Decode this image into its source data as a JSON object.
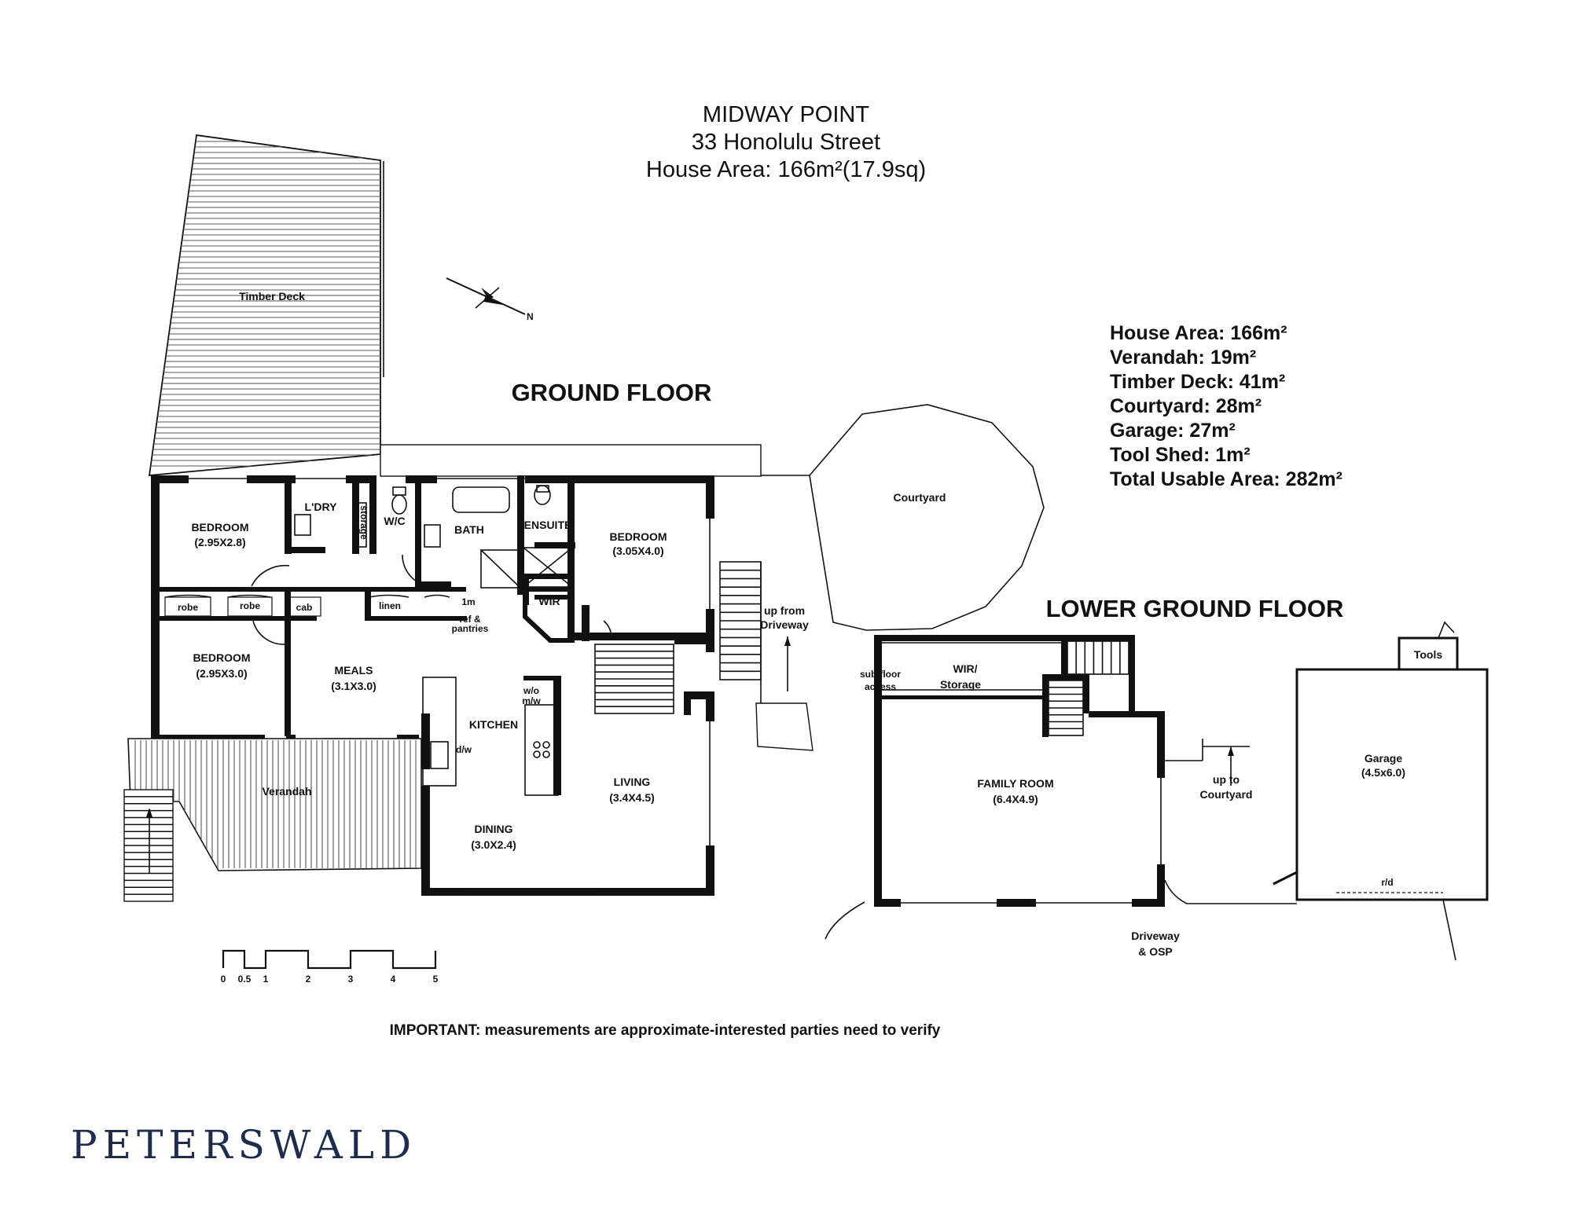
{
  "header": {
    "suburb": "MIDWAY POINT",
    "street": "33 Honolulu Street",
    "house_area": "House Area: 166m²(17.9sq)"
  },
  "floors": {
    "ground": "GROUND FLOOR",
    "lower": "LOWER GROUND FLOOR"
  },
  "areas": [
    "House Area: 166m²",
    "Verandah: 19m²",
    "Timber Deck: 41m²",
    "Courtyard: 28m²",
    "Garage: 27m²",
    "Tool Shed: 1m²",
    "Total Usable Area: 282m²"
  ],
  "rooms": {
    "timber_deck": "Timber Deck",
    "bedroom1": "BEDROOM",
    "bedroom1_dim": "(2.95X2.8)",
    "ldry": "L'DRY",
    "storage": "storage",
    "wc": "W/C",
    "bath": "BATH",
    "ensuite": "ENSUITE",
    "bedroom3": "BEDROOM",
    "bedroom3_dim": "(3.05X4.0)",
    "courtyard": "Courtyard",
    "robe1": "robe",
    "robe2": "robe",
    "cab": "cab",
    "linen": "linen",
    "one_m": "1m",
    "ref_pantries": "ref &",
    "ref_pantries2": "pantries",
    "wir": "WIR",
    "bedroom2": "BEDROOM",
    "bedroom2_dim": "(2.95X3.0)",
    "meals": "MEALS",
    "meals_dim": "(3.1X3.0)",
    "wo": "w/o",
    "mw": "m/w",
    "kitchen": "KITCHEN",
    "dw": "d/w",
    "verandah": "Verandah",
    "living": "LIVING",
    "living_dim": "(3.4X4.5)",
    "dining": "DINING",
    "dining_dim": "(3.0X2.4)",
    "up_from": "up from",
    "driveway_up": "Driveway",
    "subfloor": "sub-floor",
    "access": "access",
    "wir_storage": "WIR/",
    "storage2": "Storage",
    "family": "FAMILY ROOM",
    "family_dim": "(6.4X4.9)",
    "up_to": "up to",
    "courtyard_up": "Courtyard",
    "tools": "Tools",
    "garage": "Garage",
    "garage_dim": "(4.5x6.0)",
    "rd": "r/d",
    "driveway": "Driveway",
    "osp": "& OSP"
  },
  "scale": {
    "labels": [
      "0",
      "0.5",
      "1",
      "2",
      "3",
      "4",
      "5"
    ]
  },
  "note": "IMPORTANT: measurements are approximate-interested parties need to verify",
  "brand": "PETERSWALD",
  "compass": {
    "label": "N",
    "icon": "north-arrow-icon"
  },
  "colors": {
    "brand": "#1f2d4d",
    "wall": "#111111"
  }
}
